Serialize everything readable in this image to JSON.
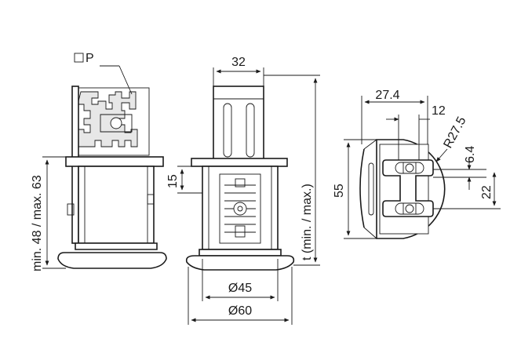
{
  "views": {
    "left": {
      "profile_symbol": "□P",
      "height_range": "min. 48 / max. 63"
    },
    "middle": {
      "width_top": "32",
      "adjust": "15",
      "dia_inner": "Ø45",
      "dia_outer": "Ø60",
      "thickness": "t (min. / max.)"
    },
    "right": {
      "width": "27.4",
      "slot_width": "12",
      "radius": "R27.5",
      "slot_offset": "6.4",
      "slot_pitch": "22",
      "height": "55"
    }
  }
}
